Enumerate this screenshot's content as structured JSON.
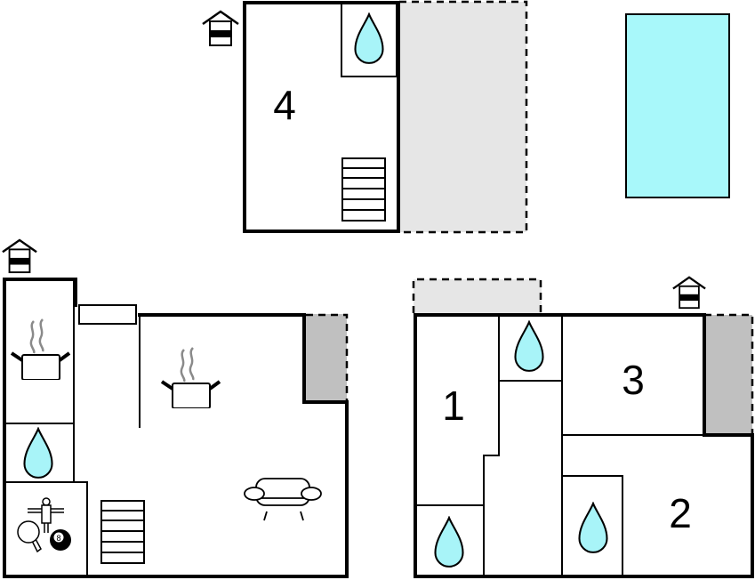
{
  "plan": {
    "room_labels": {
      "room1": "1",
      "room2": "2",
      "room3": "3",
      "room4": "4"
    },
    "billiard_ball_number": "8",
    "icons": [
      "entrance-icon",
      "water-drop-icon",
      "kitchen-pot-icon",
      "stairs-icon",
      "sofa-icon",
      "table-tennis-icon",
      "foosball-icon",
      "billiard-ball-icon",
      "pool-icon"
    ],
    "colors": {
      "water": "#a8f4f8",
      "pool": "#a8f8fa",
      "terrace_light": "#e6e6e6",
      "terrace_dark": "#c0c0c0",
      "wall": "#000000",
      "steam": "#8a8a8a"
    }
  }
}
